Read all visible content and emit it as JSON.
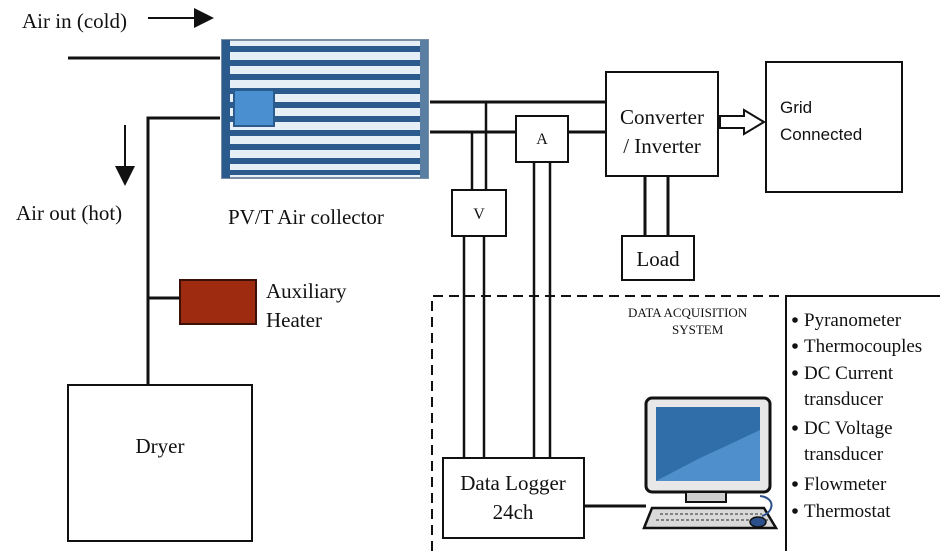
{
  "labels": {
    "air_in": "Air in (cold)",
    "air_out": "Air out (hot)",
    "collector": "PV/T Air collector",
    "aux_line1": "Auxiliary",
    "aux_line2": "Heater",
    "dryer": "Dryer",
    "voltmeter": "V",
    "ammeter": "A",
    "converter_line1": "Converter",
    "converter_line2": "/ Inverter",
    "grid_line1": "Grid",
    "grid_line2": "Connected",
    "load": "Load",
    "das_line1": "DATA ACQUISITION",
    "das_line2": "SYSTEM",
    "logger_line1": "Data Logger",
    "logger_line2": "24ch"
  },
  "sensors": [
    [
      "Pyranometer"
    ],
    [
      "Thermocouples"
    ],
    [
      "DC Current",
      "transducer"
    ],
    [
      "DC Voltage",
      "transducer"
    ],
    [
      "Flowmeter"
    ],
    [
      "Thermostat"
    ]
  ],
  "colors": {
    "collector_stripe": "#2b5a8c",
    "collector_bg": "#e6eef6",
    "collector_cell": "#4a8fd0",
    "heater": "#9e2a10",
    "line": "#111111",
    "monitor_screen": "#2f6ea8"
  }
}
